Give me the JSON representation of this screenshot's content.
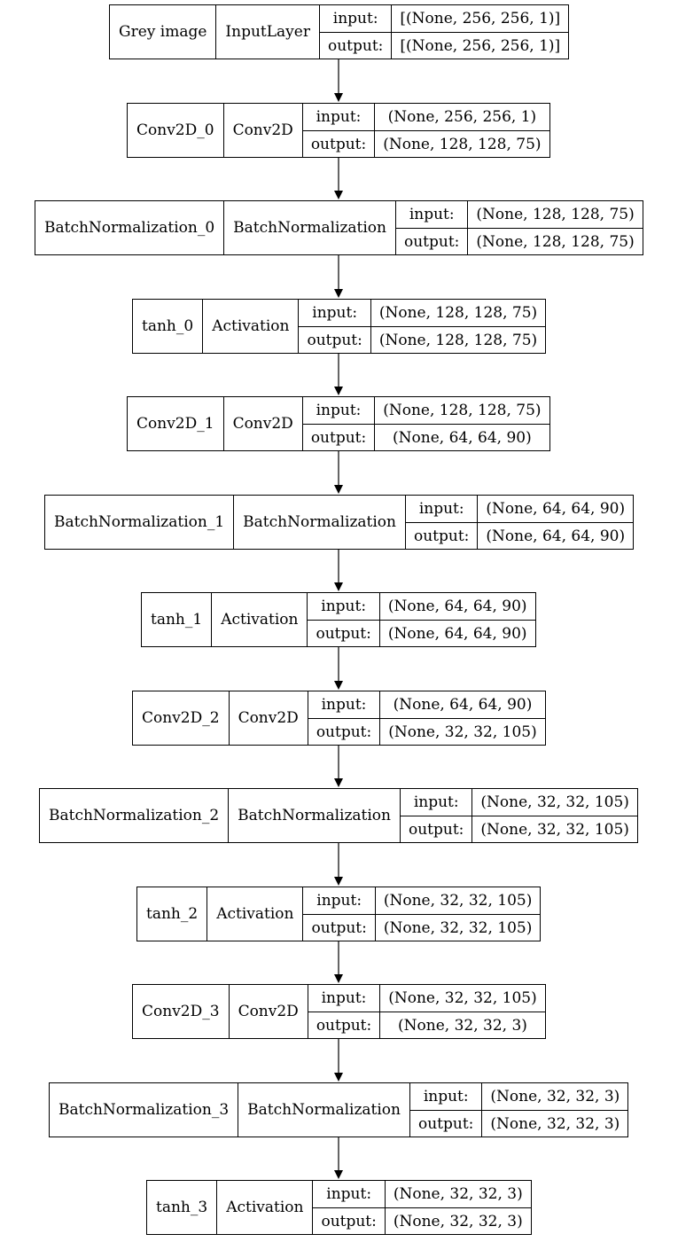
{
  "layers": [
    {
      "name": "Grey image",
      "type": "InputLayer",
      "input_label": "input:",
      "output_label": "output:",
      "input_shape": "[(None, 256, 256, 1)]",
      "output_shape": "[(None, 256, 256, 1)]"
    },
    {
      "name": "Conv2D_0",
      "type": "Conv2D",
      "input_label": "input:",
      "output_label": "output:",
      "input_shape": "(None, 256, 256, 1)",
      "output_shape": "(None, 128, 128, 75)"
    },
    {
      "name": "BatchNormalization_0",
      "type": "BatchNormalization",
      "input_label": "input:",
      "output_label": "output:",
      "input_shape": "(None, 128, 128, 75)",
      "output_shape": "(None, 128, 128, 75)"
    },
    {
      "name": "tanh_0",
      "type": "Activation",
      "input_label": "input:",
      "output_label": "output:",
      "input_shape": "(None, 128, 128, 75)",
      "output_shape": "(None, 128, 128, 75)"
    },
    {
      "name": "Conv2D_1",
      "type": "Conv2D",
      "input_label": "input:",
      "output_label": "output:",
      "input_shape": "(None, 128, 128, 75)",
      "output_shape": "(None, 64, 64, 90)"
    },
    {
      "name": "BatchNormalization_1",
      "type": "BatchNormalization",
      "input_label": "input:",
      "output_label": "output:",
      "input_shape": "(None, 64, 64, 90)",
      "output_shape": "(None, 64, 64, 90)"
    },
    {
      "name": "tanh_1",
      "type": "Activation",
      "input_label": "input:",
      "output_label": "output:",
      "input_shape": "(None, 64, 64, 90)",
      "output_shape": "(None, 64, 64, 90)"
    },
    {
      "name": "Conv2D_2",
      "type": "Conv2D",
      "input_label": "input:",
      "output_label": "output:",
      "input_shape": "(None, 64, 64, 90)",
      "output_shape": "(None, 32, 32, 105)"
    },
    {
      "name": "BatchNormalization_2",
      "type": "BatchNormalization",
      "input_label": "input:",
      "output_label": "output:",
      "input_shape": "(None, 32, 32, 105)",
      "output_shape": "(None, 32, 32, 105)"
    },
    {
      "name": "tanh_2",
      "type": "Activation",
      "input_label": "input:",
      "output_label": "output:",
      "input_shape": "(None, 32, 32, 105)",
      "output_shape": "(None, 32, 32, 105)"
    },
    {
      "name": "Conv2D_3",
      "type": "Conv2D",
      "input_label": "input:",
      "output_label": "output:",
      "input_shape": "(None, 32, 32, 105)",
      "output_shape": "(None, 32, 32, 3)"
    },
    {
      "name": "BatchNormalization_3",
      "type": "BatchNormalization",
      "input_label": "input:",
      "output_label": "output:",
      "input_shape": "(None, 32, 32, 3)",
      "output_shape": "(None, 32, 32, 3)"
    },
    {
      "name": "tanh_3",
      "type": "Activation",
      "input_label": "input:",
      "output_label": "output:",
      "input_shape": "(None, 32, 32, 3)",
      "output_shape": "(None, 32, 32, 3)"
    }
  ],
  "edges": [
    [
      0,
      1
    ],
    [
      1,
      2
    ],
    [
      2,
      3
    ],
    [
      3,
      4
    ],
    [
      4,
      5
    ],
    [
      5,
      6
    ],
    [
      6,
      7
    ],
    [
      7,
      8
    ],
    [
      8,
      9
    ],
    [
      9,
      10
    ],
    [
      10,
      11
    ],
    [
      11,
      12
    ]
  ],
  "colors": {
    "line": "#000000",
    "background": "#ffffff"
  }
}
